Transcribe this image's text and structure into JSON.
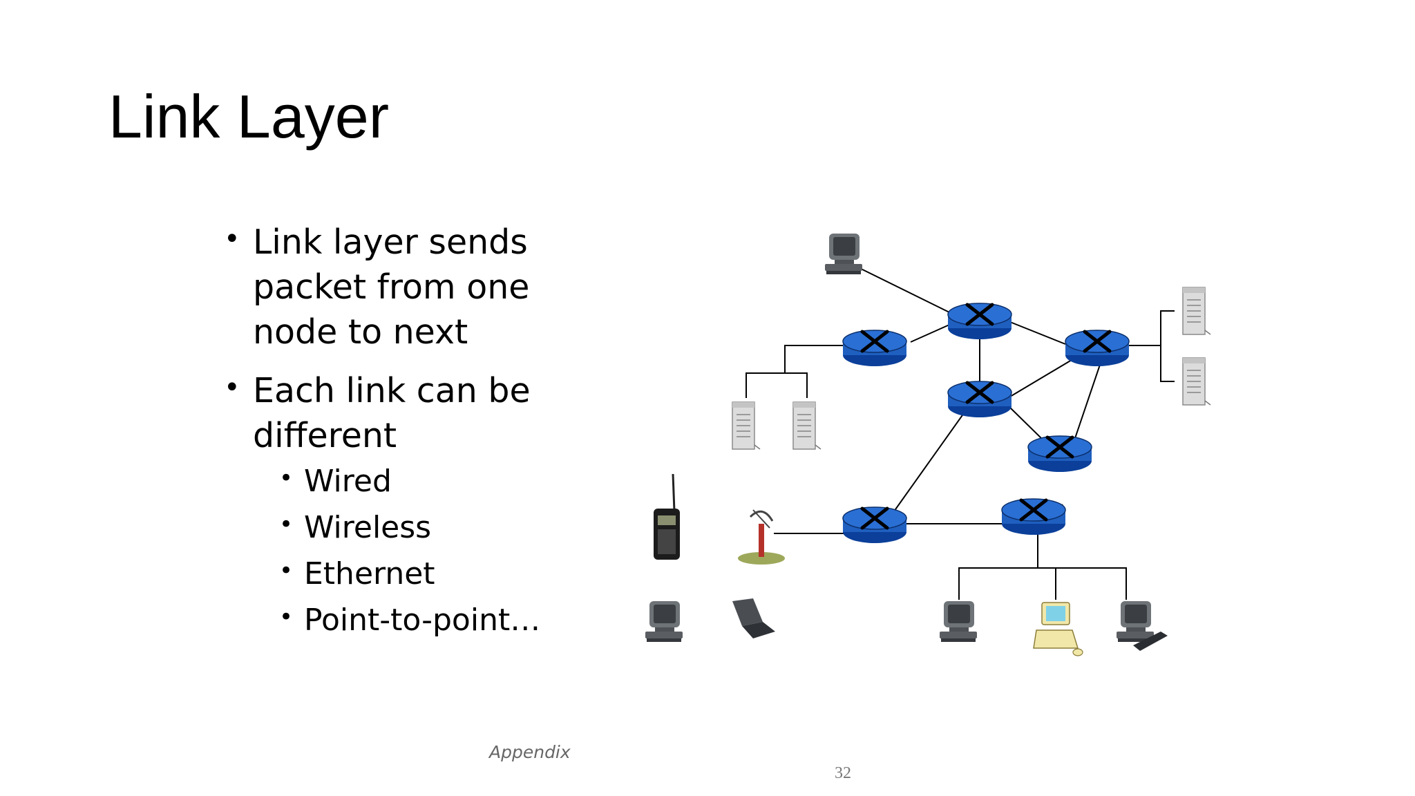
{
  "slide": {
    "title": "Link Layer",
    "bullets": [
      {
        "text": "Link layer sends packet from one node to next",
        "sub": []
      },
      {
        "text": "Each link can be different",
        "sub": [
          "Wired",
          "Wireless",
          "Ethernet",
          "Point-to-point…"
        ]
      }
    ],
    "footer_left": "Appendix",
    "page_number": "32"
  },
  "colors": {
    "router_fill": "#1f5fbf",
    "router_top": "#2a6fd4",
    "router_edge": "#0b2f6b",
    "link": "#000000"
  },
  "diagram": {
    "routers": [
      "r-top",
      "r-left",
      "r-right",
      "r-middle",
      "r-lower-right",
      "r-bottom-left",
      "r-bottom-mid"
    ],
    "hosts": [
      {
        "id": "pc-top",
        "icon": "desktop-monitor-icon"
      },
      {
        "id": "srv-left-1",
        "icon": "server-tower-icon"
      },
      {
        "id": "srv-left-2",
        "icon": "server-tower-icon"
      },
      {
        "id": "srv-right-1",
        "icon": "server-tower-icon"
      },
      {
        "id": "srv-right-2",
        "icon": "server-tower-icon"
      },
      {
        "id": "cell-phone",
        "icon": "cell-phone-icon"
      },
      {
        "id": "antenna",
        "icon": "satellite-antenna-icon"
      },
      {
        "id": "pc-bottom-left",
        "icon": "desktop-monitor-icon"
      },
      {
        "id": "laptop",
        "icon": "laptop-icon"
      },
      {
        "id": "pc-bottom-1",
        "icon": "desktop-monitor-icon"
      },
      {
        "id": "workstation",
        "icon": "workstation-icon"
      },
      {
        "id": "pc-bottom-2",
        "icon": "desktop-monitor-icon"
      }
    ]
  }
}
